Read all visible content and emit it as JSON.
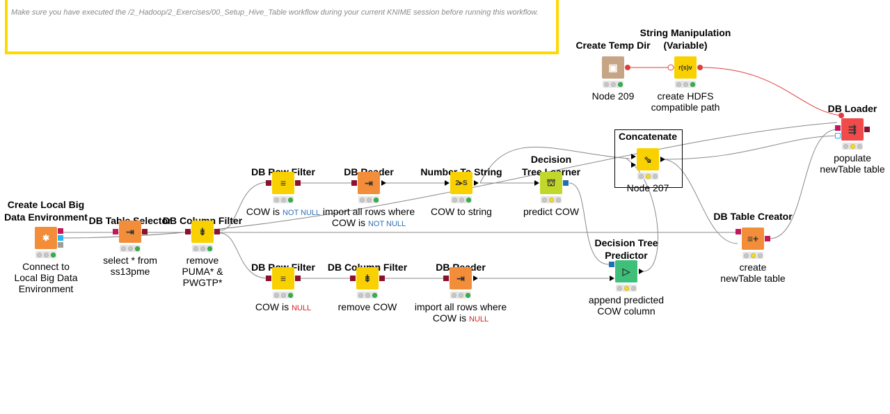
{
  "annotation": {
    "text": "Make sure you have executed the /2_Hadoop/2_Exercises/00_Setup_Hive_Table workflow during your current KNIME session before running this workflow."
  },
  "nodes": {
    "create_env": {
      "title_1": "Create Local Big",
      "title_2": "Data Environment",
      "label_1": "Connect to",
      "label_2": "Local Big Data",
      "label_3": "Environment"
    },
    "table_selector": {
      "title": "DB Table Selector",
      "label_1": "select * from",
      "label_2": "ss13pme"
    },
    "column_filter_1": {
      "title": "DB Column Filter",
      "label_1": "remove",
      "label_2": "PUMA* &",
      "label_3": "PWGTP*"
    },
    "row_filter_1": {
      "title": "DB Row Filter",
      "label_prefix": "COW is",
      "label_kw": "NOT NULL"
    },
    "reader_1": {
      "title": "DB Reader",
      "label_1": "import all rows where",
      "label_prefix": "COW is",
      "label_kw": "NOT NULL"
    },
    "number_to_string": {
      "title": "Number To String",
      "label": "COW to string"
    },
    "tree_learner": {
      "title_1": "Decision",
      "title_2": "Tree Learner",
      "label": "predict COW"
    },
    "concatenate": {
      "title": "Concatenate",
      "label": "Node 207"
    },
    "row_filter_2": {
      "title": "DB Row Filter",
      "label_prefix": "COW is",
      "label_kw": "NULL"
    },
    "column_filter_2": {
      "title": "DB Column Filter",
      "label": "remove COW"
    },
    "reader_2": {
      "title": "DB Reader",
      "label_1": "import all rows where",
      "label_prefix": "COW is",
      "label_kw": "NULL"
    },
    "tree_predictor": {
      "title_1": "Decision Tree",
      "title_2": "Predictor",
      "label_1": "append predicted",
      "label_2": "COW column"
    },
    "table_creator": {
      "title": "DB Table Creator",
      "label_1": "create",
      "label_2": "newTable table"
    },
    "temp_dir": {
      "title": "Create Temp Dir",
      "label": "Node 209"
    },
    "string_manip": {
      "title_1": "String Manipulation",
      "title_2": "(Variable)",
      "label_1": "create HDFS",
      "label_2": "compatible path"
    },
    "db_loader": {
      "title": "DB Loader",
      "label_1": "populate",
      "label_2": "newTable table"
    }
  },
  "icons": {
    "create_env": "spark-hive-icon",
    "table_selector": "table-select-icon",
    "column_filter": "column-filter-icon",
    "row_filter": "row-filter-icon",
    "reader": "db-reader-icon",
    "number_to_string": "number-to-string-icon",
    "tree_learner": "tree-learner-icon",
    "concatenate": "concatenate-icon",
    "tree_predictor": "tree-predictor-icon",
    "table_creator": "table-creator-icon",
    "temp_dir": "folder-icon",
    "string_manip": "string-manipulation-icon",
    "db_loader": "db-loader-icon"
  },
  "colors": {
    "annotation_border": "#ffd800",
    "db_port": "#8b0f2e",
    "flowvar_port": "#e03c3c",
    "keyword_blue": "#2f6fb5",
    "keyword_red": "#d42020"
  }
}
